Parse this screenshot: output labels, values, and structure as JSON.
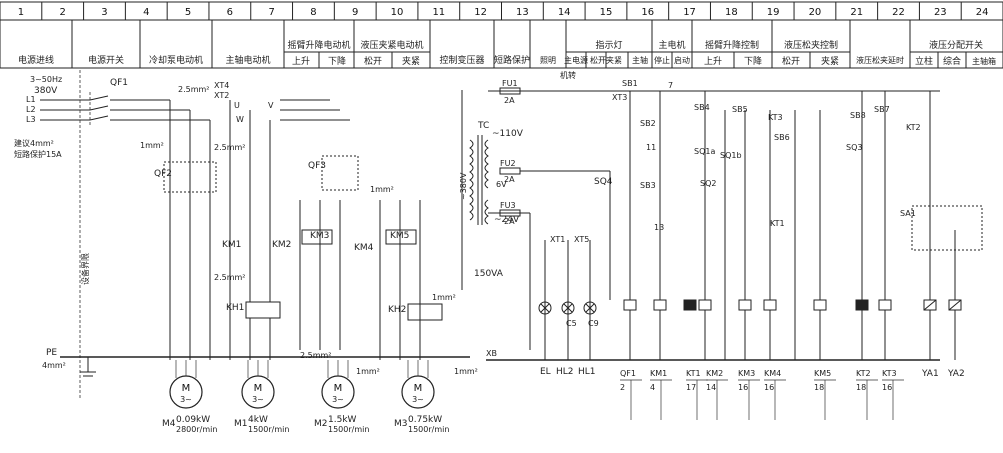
{
  "header": {
    "columns": [
      "1",
      "2",
      "3",
      "4",
      "5",
      "6",
      "7",
      "8",
      "9",
      "10",
      "11",
      "12",
      "13",
      "14",
      "15",
      "16",
      "17",
      "18",
      "19",
      "20",
      "21",
      "22",
      "23",
      "24"
    ]
  },
  "sections": {
    "power_line": "电源进线",
    "power_switch": "电源开关",
    "coolant_motor": "冷却泵电动机",
    "spindle_motor": "主轴电动机",
    "arm_motor": "摇臂升降电动机",
    "arm_up": "上升",
    "arm_down": "下降",
    "clamp_motor": "液压夹紧电动机",
    "clamp_loosen": "松开",
    "clamp_tighten": "夹紧",
    "ctrl_transformer": "控制变压器",
    "short_protect": "短路保护",
    "indicator": "指示灯",
    "lighting": "照明",
    "main_power_lamp": "主电源",
    "lamp_loosen_clamp": "松开夹紧",
    "lamp_spindle": "主轴",
    "main_motor": "主电机",
    "main_stop": "停止",
    "main_start": "启动",
    "arm_ctrl": "摇臂升降控制",
    "arm_ctrl_up": "上升",
    "arm_ctrl_down": "下降",
    "hyd_ctrl": "液压松夹控制",
    "hyd_loosen": "松开",
    "hyd_tighten": "夹紧",
    "hyd_delay": "液压松夹延时",
    "dist_switch": "液压分配开关",
    "dist_column": "立柱",
    "dist_combined": "综合",
    "dist_spindlebox": "主轴箱"
  },
  "labels": {
    "freq": "3~50Hz",
    "volt": "380V",
    "L1": "L1",
    "L2": "L2",
    "L3": "L3",
    "wire_note1": "建议4mm²",
    "wire_note2": "短路保护15A",
    "pe": "PE",
    "pe_wire": "4mm²",
    "boundary": "设备界限",
    "qf1": "QF1",
    "qf2": "QF2",
    "qf3": "QF3",
    "xt4": "XT4",
    "xt2": "XT2",
    "u": "U",
    "v": "V",
    "w": "W",
    "wire_25a": "2.5mm²",
    "wire_25b": "2.5mm²",
    "wire_25c": "2.5mm²",
    "wire_25d": "2.5mm²",
    "wire_1a": "1mm²",
    "wire_1b": "1mm²",
    "wire_1c": "1mm²",
    "wire_1d": "1mm²",
    "wire_1e": "1mm²",
    "km1": "KM1",
    "km2": "KM2",
    "km3": "KM3",
    "km4": "KM4",
    "km5": "KM5",
    "kh1": "KH1",
    "kh2": "KH2",
    "tc": "TC",
    "v110": "~110V",
    "v24": "~24V",
    "v380": "~380V",
    "va150": "150VA",
    "fu1": "FU1",
    "fu2": "FU2",
    "fu3": "FU3",
    "a2a": "2A",
    "a2b": "2A",
    "a2c": "2A",
    "v6": "6V",
    "sq4": "SQ4",
    "sb1": "SB1",
    "sb2": "SB2",
    "sb3": "SB3",
    "sb4": "SB4",
    "sb5": "SB5",
    "sb6": "SB6",
    "sb7": "SB7",
    "sb8": "SB8",
    "sq1a": "SQ1a",
    "sq1b": "SQ1b",
    "sq2": "SQ2",
    "sq3": "SQ3",
    "kt1": "KT1",
    "kt2": "KT2",
    "kt3": "KT3",
    "sa1": "SA1",
    "xb": "XB",
    "el": "EL",
    "hl2": "HL2",
    "hl1": "HL1",
    "ya1": "YA1",
    "ya2": "YA2",
    "jizhuan": "机转",
    "xt3": "XT3",
    "xt1": "XT1",
    "xt5": "XT5",
    "c5": "C5",
    "c9": "C9",
    "t7": "7",
    "t13": "13",
    "t11": "11"
  },
  "motors": [
    {
      "id": "M4",
      "power": "0.09kW",
      "speed": "2800r/min"
    },
    {
      "id": "M1",
      "power": "4kW",
      "speed": "1500r/min"
    },
    {
      "id": "M2",
      "power": "1.5kW",
      "speed": "1500r/min"
    },
    {
      "id": "M3",
      "power": "0.75kW",
      "speed": "1500r/min"
    }
  ],
  "motor_symbol": "M",
  "motor_phase": "3~",
  "bottom_refs": [
    {
      "coil": "QF1",
      "num": "2"
    },
    {
      "coil": "KM1",
      "num": "4"
    },
    {
      "coil": "KT1",
      "num": "17"
    },
    {
      "coil": "KM2",
      "num": "14"
    },
    {
      "coil": "KM3",
      "num": "16"
    },
    {
      "coil": "KM4",
      "num": "16"
    },
    {
      "coil": "KM5",
      "num": "18"
    },
    {
      "coil": "KT2",
      "num": "18"
    },
    {
      "coil": "KT3",
      "num": "16"
    }
  ]
}
